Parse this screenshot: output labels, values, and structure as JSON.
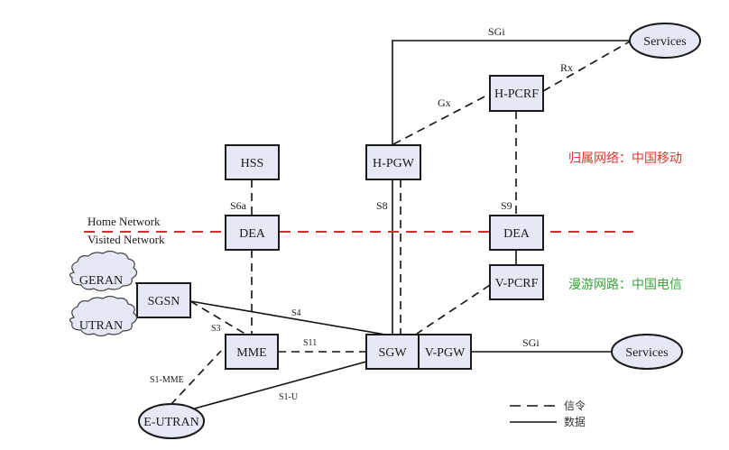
{
  "nodes": {
    "hss": "HSS",
    "h_pgw": "H-PGW",
    "h_pcrf": "H-PCRF",
    "dea_left": "DEA",
    "dea_right": "DEA",
    "v_pcrf": "V-PCRF",
    "sgsn": "SGSN",
    "mme": "MME",
    "sgw": "SGW",
    "v_pgw": "V-PGW",
    "services_top": "Services",
    "services_bottom": "Services",
    "e_utran": "E-UTRAN",
    "geran": "GERAN",
    "utran": "UTRAN"
  },
  "interfaces": {
    "sgi_top": "SGi",
    "rx": "Rx",
    "gx": "Gx",
    "s6a": "S6a",
    "s8": "S8",
    "s9": "S9",
    "s3": "S3",
    "s4": "S4",
    "s11": "S11",
    "s1_mme": "S1-MME",
    "s1_u": "S1-U",
    "sgi_bottom": "SGi"
  },
  "boundary": {
    "home": "Home Network",
    "visited": "Visited Network",
    "color": "#d03030"
  },
  "annotations": {
    "home_operator": "归属网络：中国移动",
    "home_color": "#d9372b",
    "visited_operator": "漫游网路：中国电信",
    "visited_color": "#3aa33a"
  },
  "legend": {
    "signaling": "信令",
    "data": "数据"
  }
}
